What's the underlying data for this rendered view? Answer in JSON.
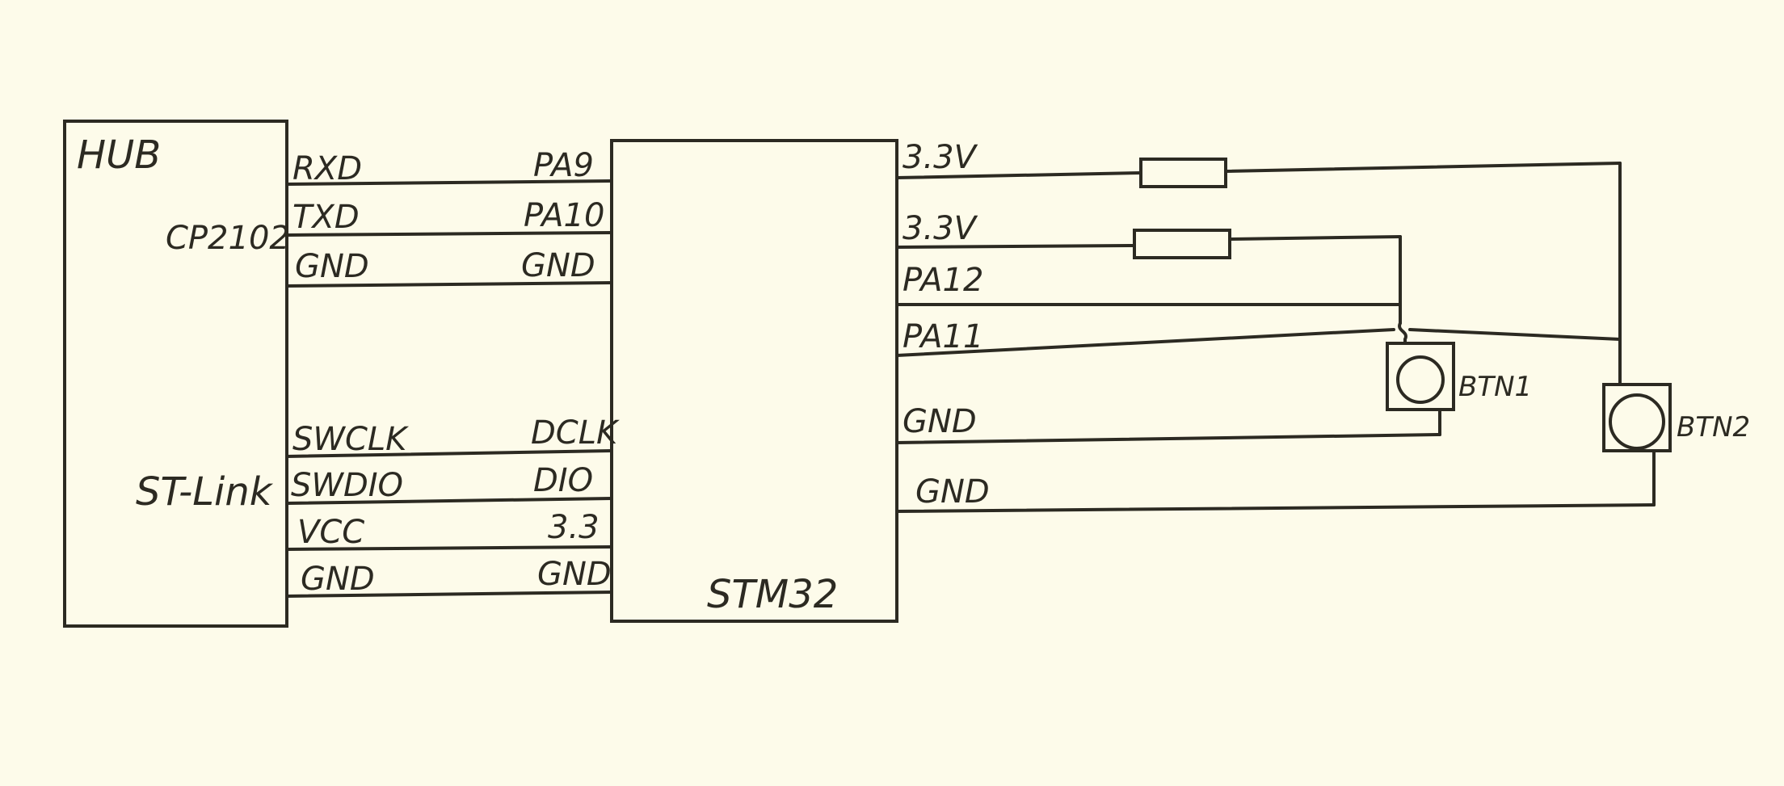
{
  "hub": {
    "title": "HUB",
    "cp2102": "CP2102",
    "stlink": "ST-Link"
  },
  "hub_pins": {
    "rxd": "RXD",
    "txd": "TXD",
    "gnd1": "GND",
    "swclk": "SWCLK",
    "swdio": "SWDIO",
    "vcc": "VCC",
    "gnd2": "GND"
  },
  "mcu": {
    "title": "STM32"
  },
  "mcu_left_pins": {
    "pa9": "PA9",
    "pa10": "PA10",
    "gnd1": "GND",
    "dclk": "DCLK",
    "dio": "DIO",
    "v33": "3.3",
    "gnd2": "GND"
  },
  "mcu_right_pins": {
    "v33a": "3.3V",
    "v33b": "3.3V",
    "pa12": "PA12",
    "pa11": "PA11",
    "gnd1": "GND",
    "gnd2": "GND"
  },
  "buttons": {
    "btn1": "BTN1",
    "btn2": "BTN2"
  }
}
